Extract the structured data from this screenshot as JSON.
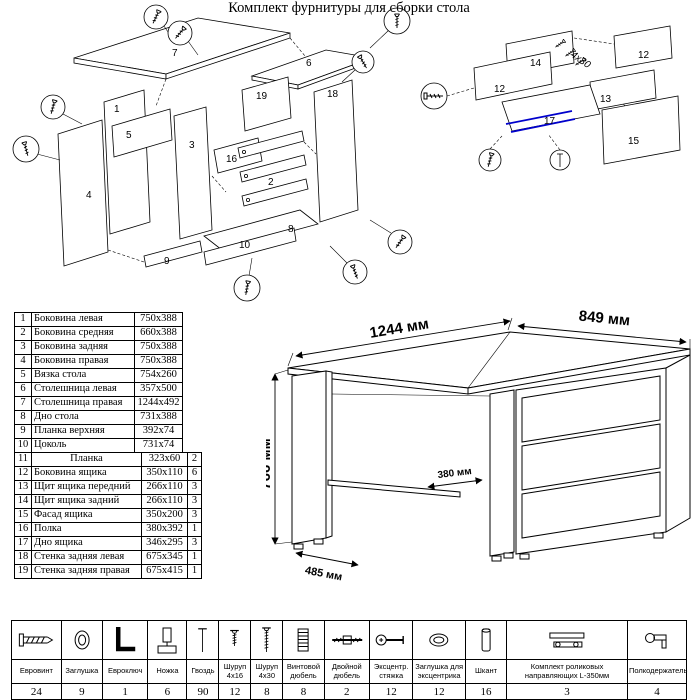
{
  "title": {
    "hardware_kit": "Комплект фурнитуры для сборки стола"
  },
  "colors": {
    "line": "#000000",
    "slide_highlight": "#0000cc"
  },
  "exploded_main": {
    "labels": {
      "p1": "1",
      "p2": "2",
      "p3": "3",
      "p4": "4",
      "p5": "5",
      "p6": "6",
      "p7": "7",
      "p8": "8",
      "p9": "9",
      "p10": "10",
      "p16": "16",
      "p18": "18",
      "p19": "19"
    }
  },
  "exploded_drawer": {
    "labels": {
      "p12a": "12",
      "p12b": "12",
      "p13": "13",
      "p14": "14",
      "p15": "15",
      "p17": "17"
    },
    "screw_size": "4x30"
  },
  "desk": {
    "dim_width": "1244 мм",
    "dim_depth": "849 мм",
    "dim_height": "766 мм",
    "dim_shelf": "380 мм",
    "dim_front": "485 мм"
  },
  "parts_table": {
    "rows": [
      {
        "n": "1",
        "name": "Боковина левая",
        "size": "750x388"
      },
      {
        "n": "2",
        "name": "Боковина средняя",
        "size": "660x388"
      },
      {
        "n": "3",
        "name": "Боковина задняя",
        "size": "750x388"
      },
      {
        "n": "4",
        "name": "Боковина правая",
        "size": "750x388"
      },
      {
        "n": "5",
        "name": "Вязка стола",
        "size": "754x260"
      },
      {
        "n": "6",
        "name": "Столешница левая",
        "size": "357x500"
      },
      {
        "n": "7",
        "name": "Столешница правая",
        "size": "1244x492"
      },
      {
        "n": "8",
        "name": "Дно стола",
        "size": "731x388"
      },
      {
        "n": "9",
        "name": "Планка верхняя",
        "size": "392x74"
      },
      {
        "n": "10",
        "name": "Цоколь",
        "size": "731x74"
      },
      {
        "n": "11",
        "name": "Планка",
        "size": "323x60",
        "qty": "2"
      },
      {
        "n": "12",
        "name": "Боковина ящика",
        "size": "350x110",
        "qty": "6"
      },
      {
        "n": "13",
        "name": "Щит ящика передний",
        "size": "266x110",
        "qty": "3"
      },
      {
        "n": "14",
        "name": "Щит ящика задний",
        "size": "266x110",
        "qty": "3"
      },
      {
        "n": "15",
        "name": "Фасад ящика",
        "size": "350x200",
        "qty": "3"
      },
      {
        "n": "16",
        "name": "Полка",
        "size": "380x392",
        "qty": "1"
      },
      {
        "n": "17",
        "name": "Дно ящика",
        "size": "346x295",
        "qty": "3"
      },
      {
        "n": "18",
        "name": "Стенка задняя левая",
        "size": "675x345",
        "qty": "1"
      },
      {
        "n": "19",
        "name": "Стенка задняя правая",
        "size": "675x415",
        "qty": "1"
      }
    ]
  },
  "hardware": {
    "items": [
      {
        "name": "Евровинт",
        "qty": "24"
      },
      {
        "name": "Заглушка",
        "qty": "9"
      },
      {
        "name": "Евроключ",
        "qty": "1"
      },
      {
        "name": "Ножка",
        "qty": "6"
      },
      {
        "name": "Гвоздь",
        "qty": "90"
      },
      {
        "name": "Шуруп 4x16",
        "qty": "12"
      },
      {
        "name": "Шуруп 4x30",
        "qty": "8"
      },
      {
        "name": "Винтовой дюбель",
        "qty": "8"
      },
      {
        "name": "Двойной дюбель",
        "qty": "2"
      },
      {
        "name": "Эксцентр. стяжка",
        "qty": "12"
      },
      {
        "name": "Заглушка для эксцентрика",
        "qty": "12"
      },
      {
        "name": "Шкант",
        "qty": "16"
      },
      {
        "name": "Комплект роликовых направляющих L-350мм",
        "qty": "3"
      },
      {
        "name": "Полкодержатель",
        "qty": "4"
      }
    ]
  }
}
